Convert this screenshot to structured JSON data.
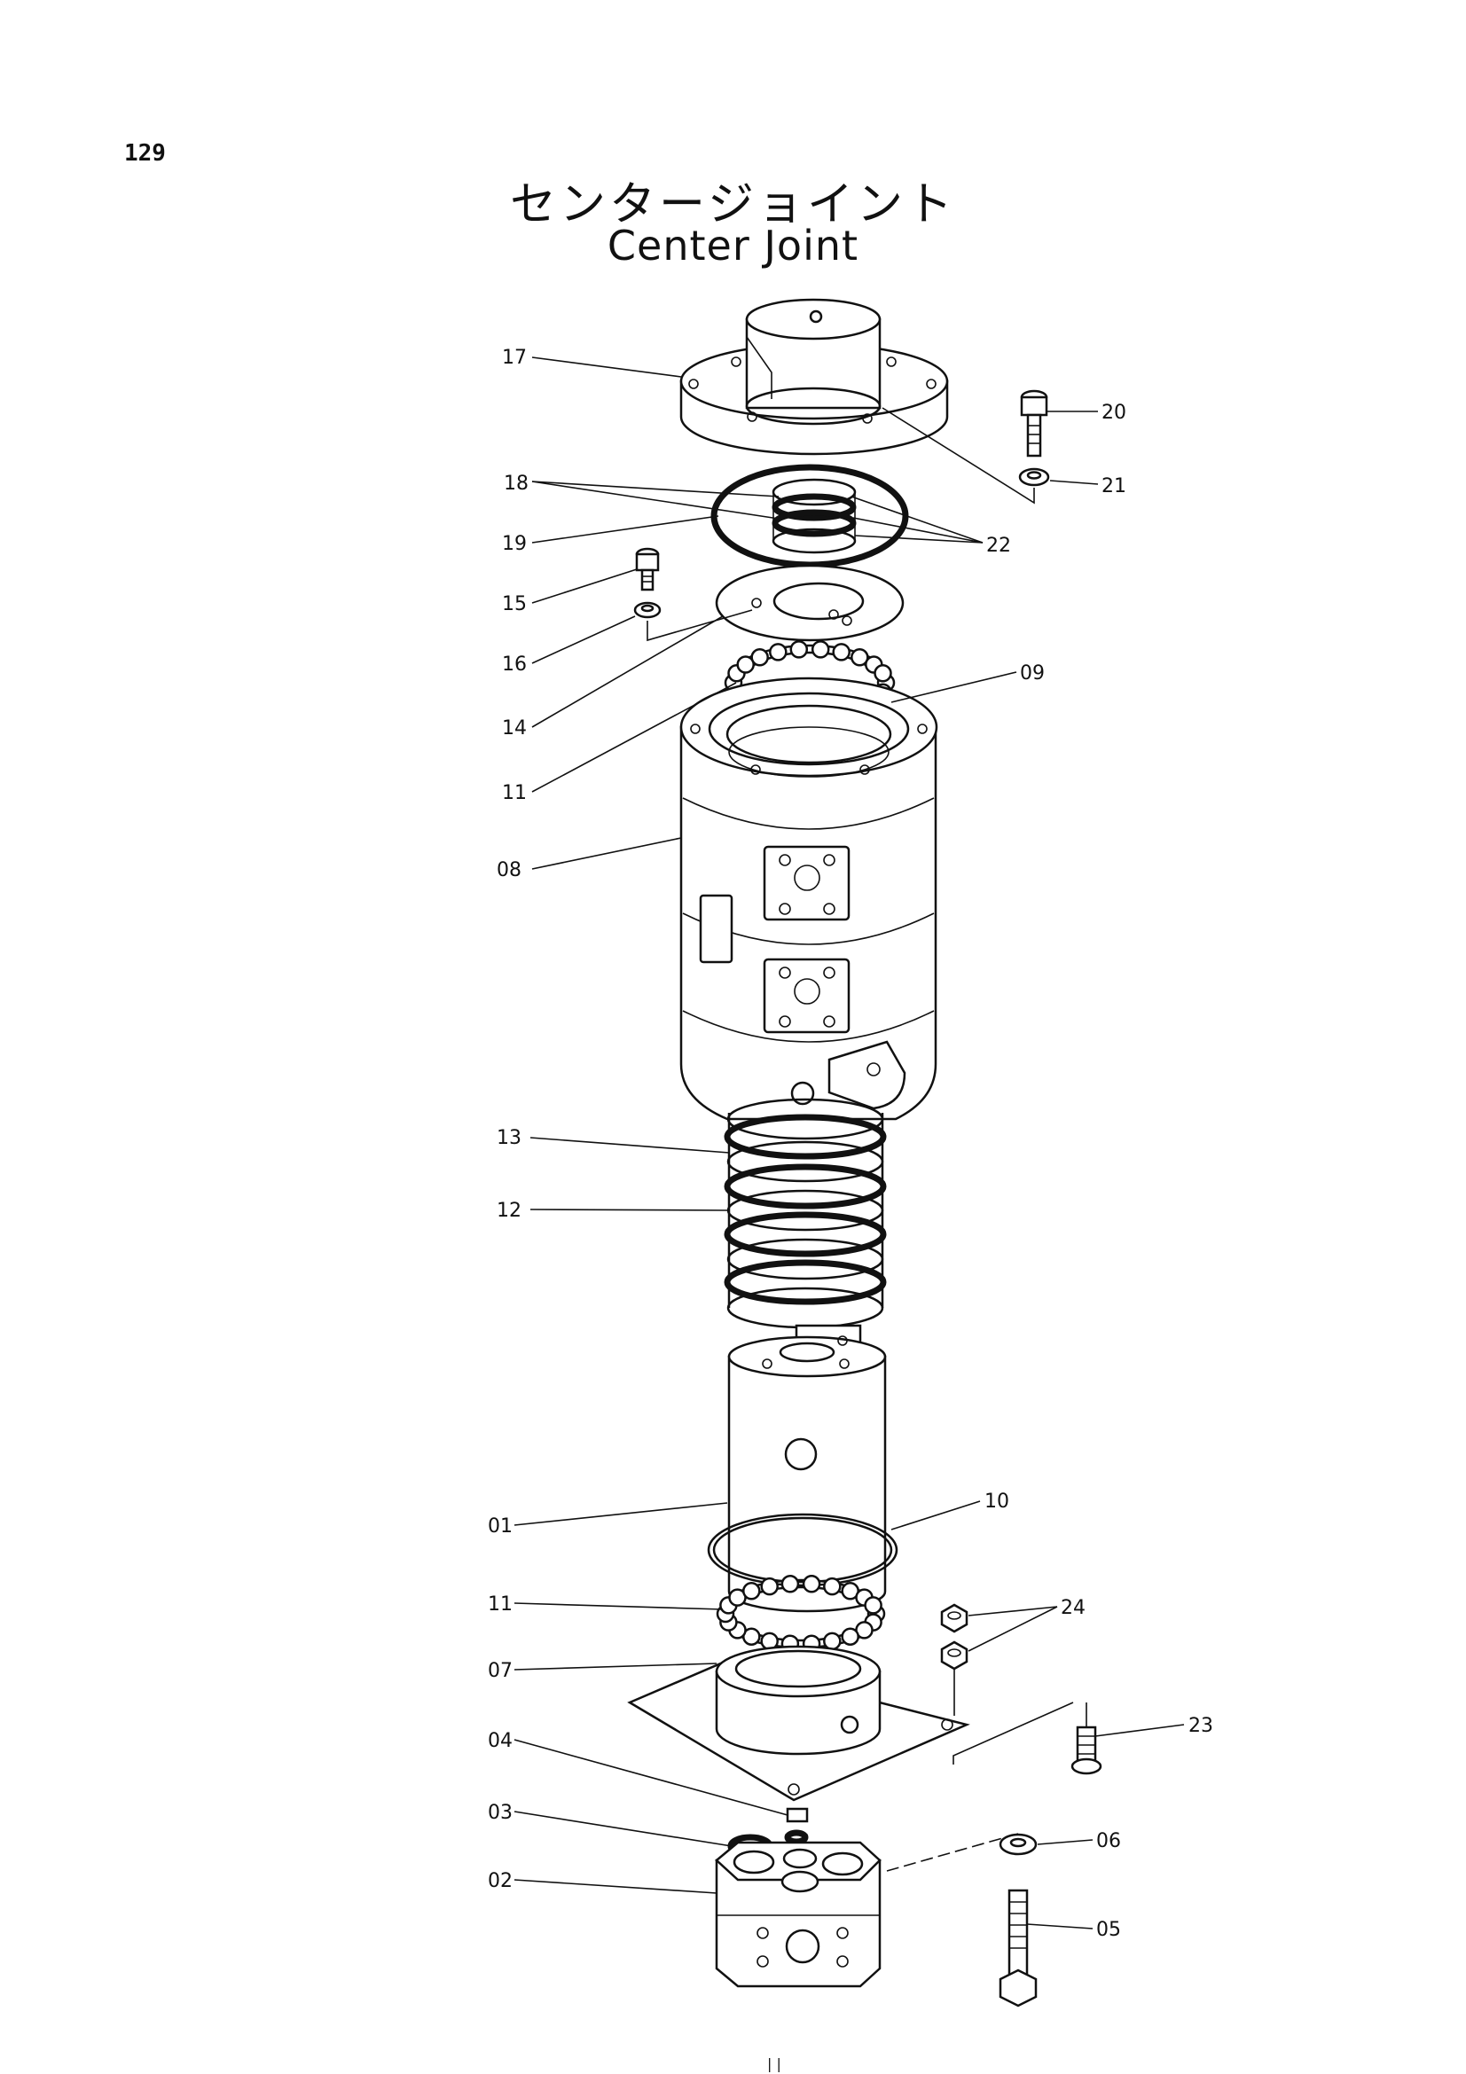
{
  "page_number": "129",
  "title_jp": "センタージョイント",
  "title_en": "Center Joint",
  "footer_mark": "| |",
  "parts": [
    {
      "id": "17"
    },
    {
      "id": "20"
    },
    {
      "id": "21"
    },
    {
      "id": "18"
    },
    {
      "id": "19"
    },
    {
      "id": "22"
    },
    {
      "id": "15"
    },
    {
      "id": "16"
    },
    {
      "id": "14"
    },
    {
      "id": "09"
    },
    {
      "id": "11"
    },
    {
      "id": "08"
    },
    {
      "id": "13"
    },
    {
      "id": "12"
    },
    {
      "id": "01"
    },
    {
      "id": "10"
    },
    {
      "id": "11b",
      "label": "11"
    },
    {
      "id": "24"
    },
    {
      "id": "07"
    },
    {
      "id": "23"
    },
    {
      "id": "04"
    },
    {
      "id": "03"
    },
    {
      "id": "06"
    },
    {
      "id": "02"
    },
    {
      "id": "05"
    }
  ]
}
